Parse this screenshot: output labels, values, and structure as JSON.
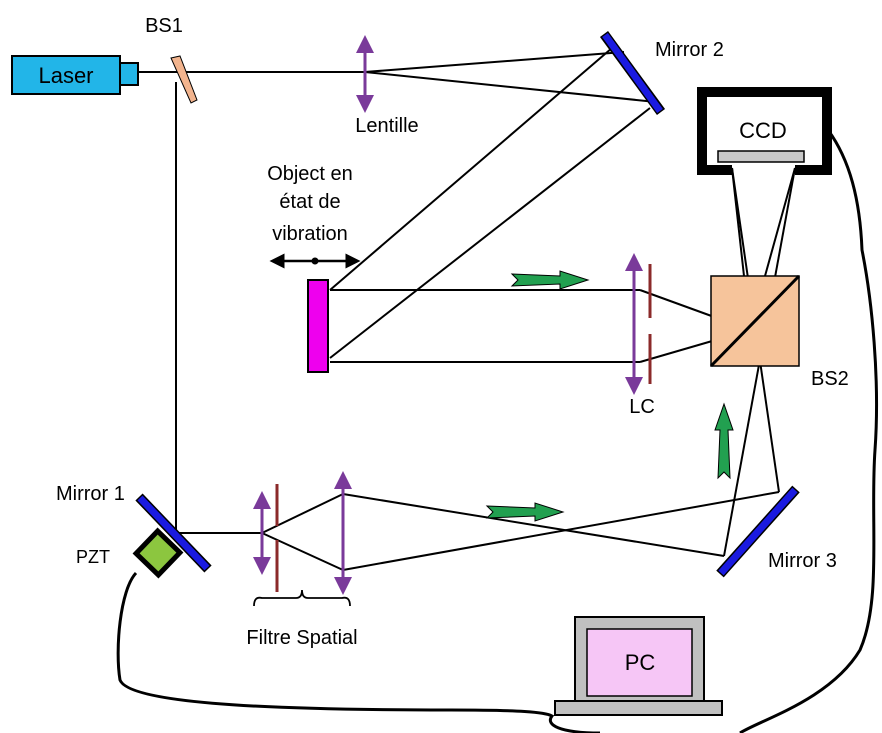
{
  "labels": {
    "laser": "Laser",
    "bs1": "BS1",
    "lentille": "Lentille",
    "mirror2": "Mirror 2",
    "ccd": "CCD",
    "object_line1": "Object en",
    "object_line2": "état de",
    "object_line3": "vibration",
    "bs2": "BS2",
    "lc": "LC",
    "mirror1": "Mirror 1",
    "pzt": "PZT",
    "mirror3": "Mirror 3",
    "filtre": "Filtre Spatial",
    "pc": "PC"
  },
  "colors": {
    "laser": "#22b5e8",
    "bs1": "#f2b48e",
    "lens": "#7a3a9a",
    "mirror": "#1a1ae0",
    "object": "#ee00ee",
    "bs2": "#f6c49b",
    "pinhole": "#8b2a2a",
    "pzt": "#8cc63f",
    "arrow": "#22a050",
    "pc_screen": "#f6c6f6",
    "pc_body": "#c0c0c0"
  }
}
